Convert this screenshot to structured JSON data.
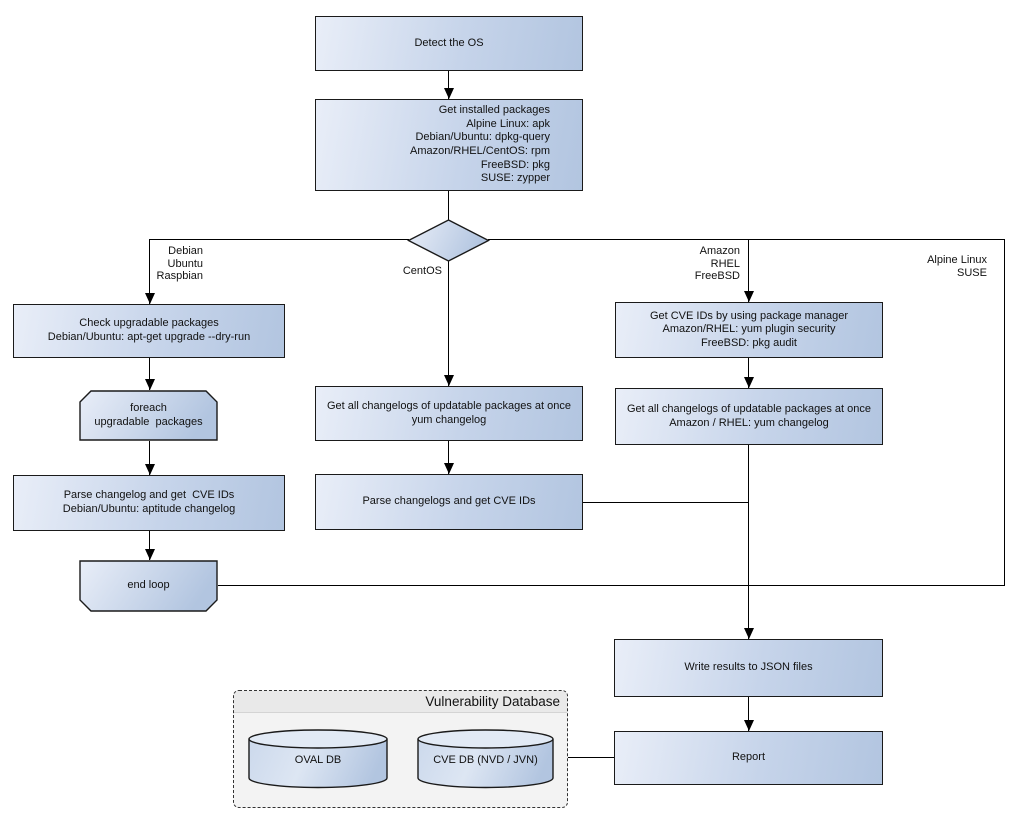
{
  "colors": {
    "node_gradient_start": "#e9eef8",
    "node_gradient_end": "#b2c5e0",
    "node_border": "#1a1a1a",
    "connector": "#000000",
    "db_container_fill": "#f3f3f3",
    "db_header_fill": "#e9e9e9",
    "db_border": "#333333"
  },
  "nodes": {
    "detect_os": "Detect the OS",
    "get_installed_packages": "Get installed packages\nAlpine Linux: apk\nDebian/Ubuntu: dpkg-query\nAmazon/RHEL/CentOS: rpm\nFreeBSD: pkg\nSUSE: zypper",
    "check_upgradable": "Check upgradable packages\nDebian/Ubuntu: apt-get upgrade --dry-run",
    "foreach_loop": "foreach\nupgradable  packages",
    "parse_changelog_left": "Parse changelog and get  CVE IDs\nDebian/Ubuntu: aptitude changelog",
    "end_loop": "end loop",
    "get_changelogs_centos": "Get all changelogs of updatable packages at once\nyum changelog",
    "parse_changelogs_mid": "Parse changelogs and get CVE IDs",
    "get_cve_ids": "Get CVE IDs by using package manager\nAmazon/RHEL: yum plugin security\nFreeBSD: pkg audit",
    "get_changelogs_amazon": "Get all changelogs of updatable packages at once\nAmazon / RHEL: yum changelog",
    "write_results": "Write results to JSON files",
    "report": "Report"
  },
  "branch_labels": {
    "debian": "Debian\nUbuntu\nRaspbian",
    "centos": "CentOS",
    "amazon": "Amazon\nRHEL\nFreeBSD",
    "alpine": "Alpine Linux\nSUSE"
  },
  "database": {
    "title": "Vulnerability Database",
    "cylinders": [
      {
        "label": "OVAL DB"
      },
      {
        "label": "CVE DB (NVD / JVN)"
      }
    ]
  }
}
